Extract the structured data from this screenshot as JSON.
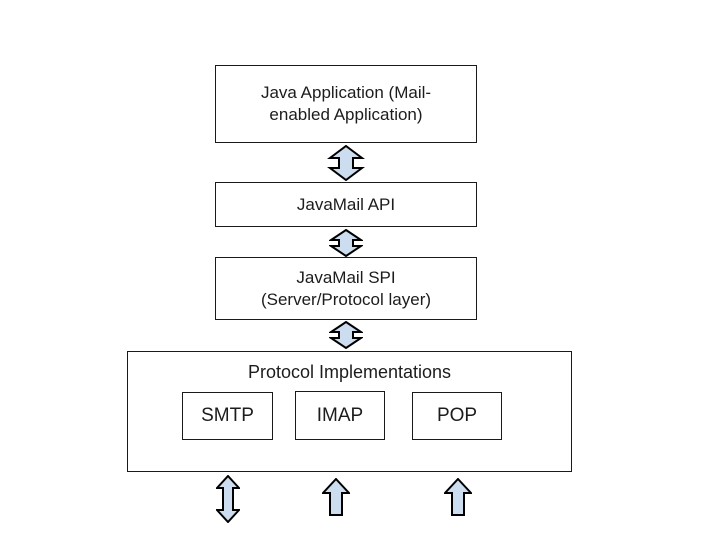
{
  "diagram": {
    "colors": {
      "background": "#ffffff",
      "box_border": "#1a1a1a",
      "arrow_fill": "#cdddf0",
      "arrow_stroke": "#000000"
    },
    "boxes": {
      "java_application": {
        "line1": "Java Application (Mail-",
        "line2": "enabled Application)"
      },
      "javamail_api": {
        "label": "JavaMail API"
      },
      "javamail_spi": {
        "line1": "JavaMail SPI",
        "line2": "(Server/Protocol layer)"
      },
      "protocol_implementations": {
        "label": "Protocol Implementations"
      }
    },
    "protocols": [
      {
        "label": "SMTP"
      },
      {
        "label": "IMAP"
      },
      {
        "label": "POP"
      }
    ],
    "arrows": [
      {
        "name": "app-api-double-arrow",
        "type": "double-vertical"
      },
      {
        "name": "api-spi-double-arrow",
        "type": "double-vertical-compressed"
      },
      {
        "name": "spi-impl-double-arrow",
        "type": "double-vertical-compressed"
      },
      {
        "name": "smtp-double-arrow",
        "type": "double-vertical"
      },
      {
        "name": "imap-up-arrow",
        "type": "up"
      },
      {
        "name": "pop-up-arrow",
        "type": "up"
      }
    ]
  }
}
